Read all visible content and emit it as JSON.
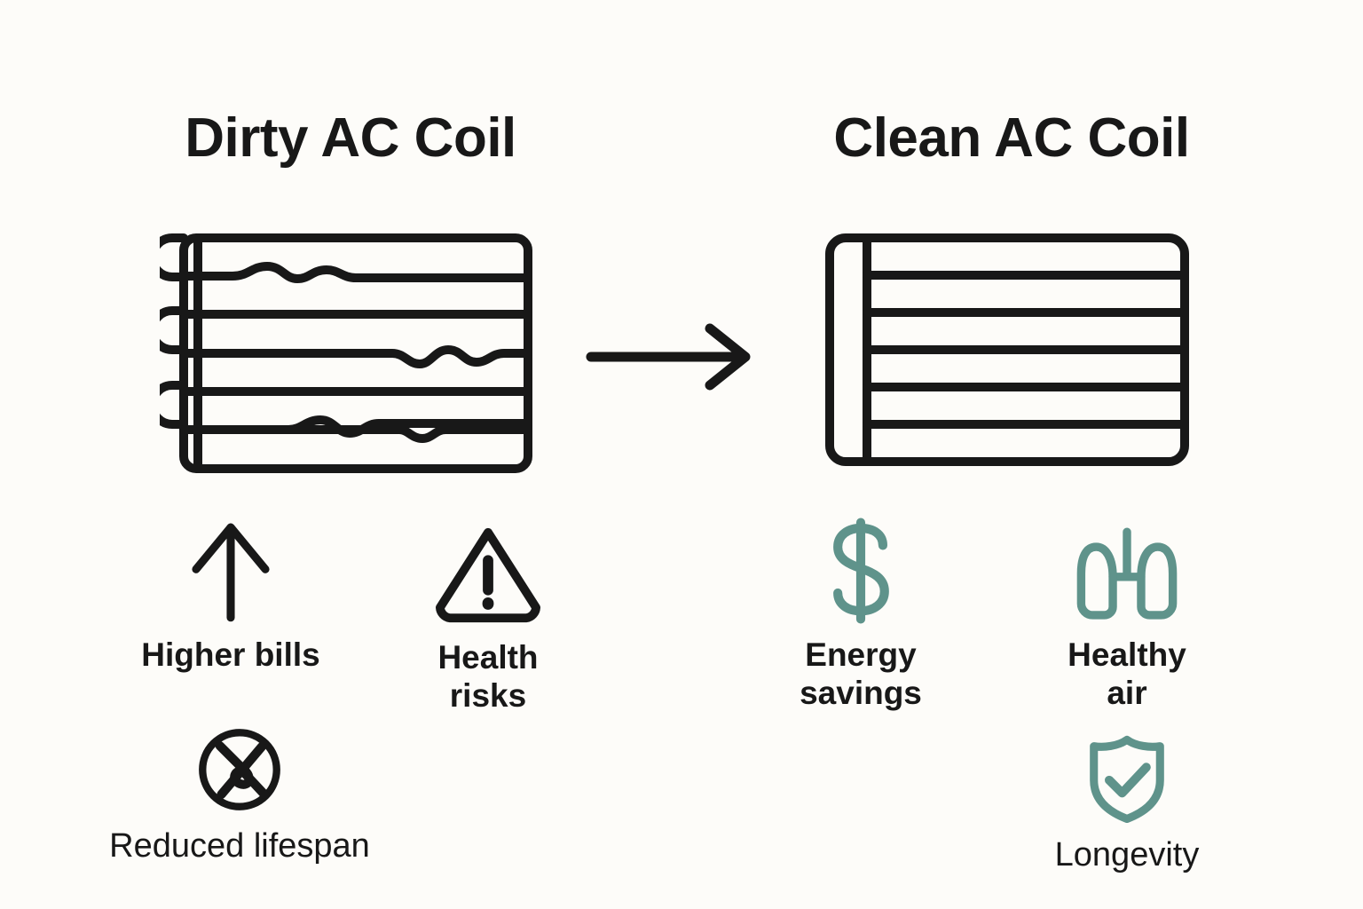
{
  "background_color": "#fdfcf9",
  "ink_color": "#181818",
  "accent_color": "#5f938b",
  "panels": {
    "left": {
      "title": "Dirty AC Coil",
      "coil_icon": "dirty-ac-coil-icon",
      "items": [
        {
          "icon": "up-arrow-icon",
          "label": "Higher bills",
          "weight": "bold"
        },
        {
          "icon": "warning-triangle-icon",
          "label": "Health\nrisks",
          "weight": "bold"
        },
        {
          "icon": "broken-clock-icon",
          "label": "Reduced lifespan",
          "weight": "light"
        }
      ]
    },
    "right": {
      "title": "Clean AC Coil",
      "coil_icon": "clean-ac-coil-icon",
      "items": [
        {
          "icon": "dollar-sign-icon",
          "label": "Energy\nsavings",
          "weight": "bold"
        },
        {
          "icon": "lungs-icon",
          "label": "Healthy\nair",
          "weight": "bold"
        },
        {
          "icon": "shield-check-icon",
          "label": "Longevity",
          "weight": "light"
        }
      ]
    }
  },
  "connector": {
    "icon": "right-arrow-icon",
    "direction": "left-to-right"
  }
}
